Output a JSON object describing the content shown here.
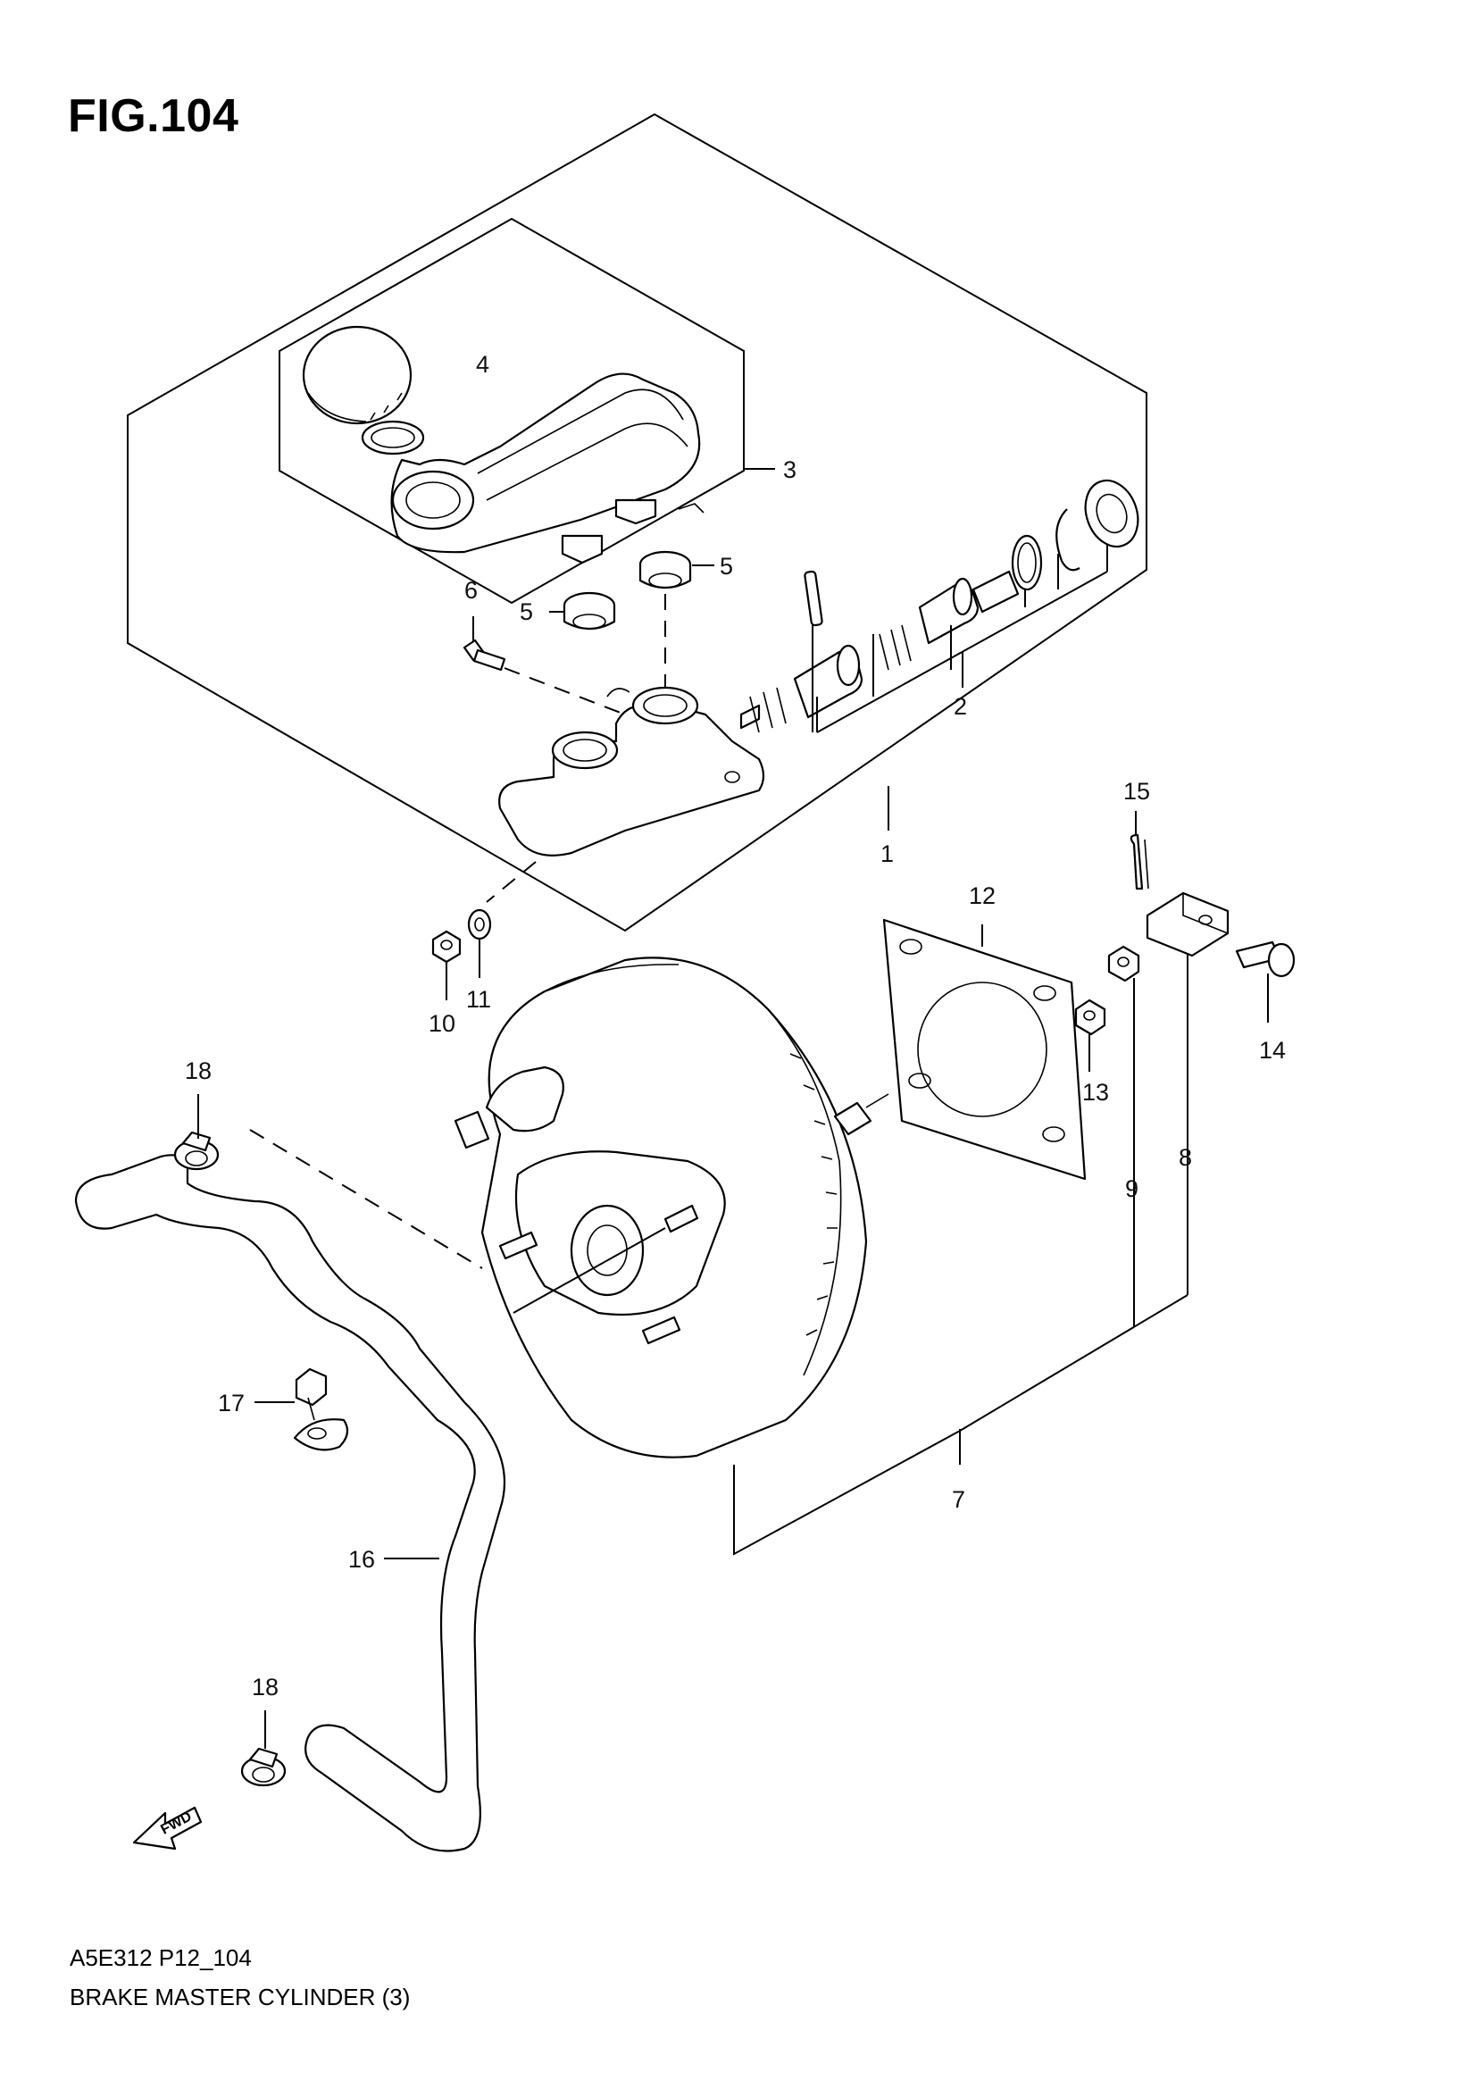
{
  "figure": {
    "title": "FIG.104",
    "footer_code": "A5E312 P12_104",
    "footer_caption": "BRAKE MASTER CYLINDER (3)",
    "fwd_label": "FWD"
  },
  "callouts": [
    {
      "id": "c1",
      "text": "1"
    },
    {
      "id": "c2",
      "text": "2"
    },
    {
      "id": "c3",
      "text": "3"
    },
    {
      "id": "c4",
      "text": "4"
    },
    {
      "id": "c5a",
      "text": "5"
    },
    {
      "id": "c5b",
      "text": "5"
    },
    {
      "id": "c6",
      "text": "6"
    },
    {
      "id": "c7",
      "text": "7"
    },
    {
      "id": "c8",
      "text": "8"
    },
    {
      "id": "c9",
      "text": "9"
    },
    {
      "id": "c10",
      "text": "10"
    },
    {
      "id": "c11",
      "text": "11"
    },
    {
      "id": "c12",
      "text": "12"
    },
    {
      "id": "c13",
      "text": "13"
    },
    {
      "id": "c14",
      "text": "14"
    },
    {
      "id": "c15",
      "text": "15"
    },
    {
      "id": "c16",
      "text": "16"
    },
    {
      "id": "c17",
      "text": "17"
    },
    {
      "id": "c18a",
      "text": "18"
    },
    {
      "id": "c18b",
      "text": "18"
    }
  ]
}
